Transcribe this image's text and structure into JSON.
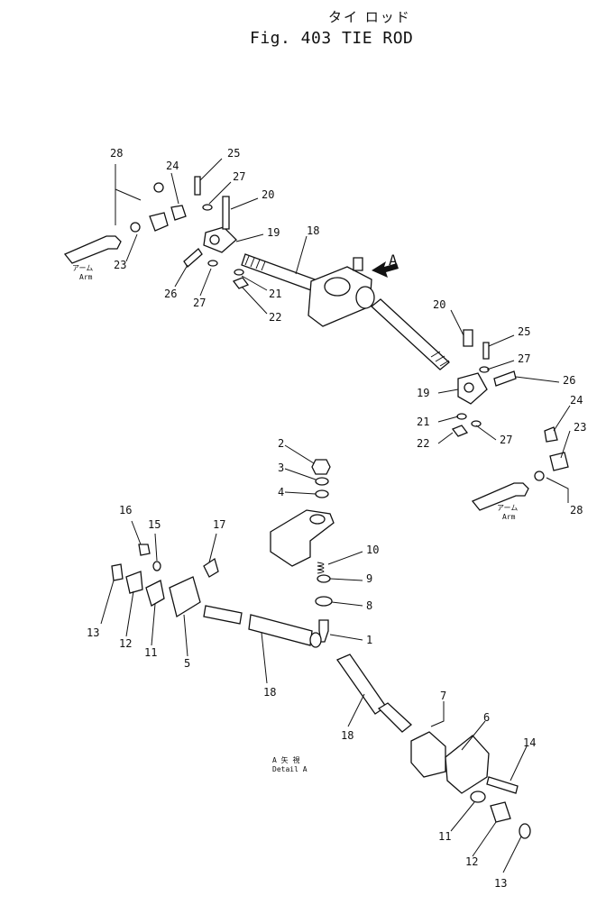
{
  "title_jp": "タイ ロッド",
  "title": "Fig. 403 TIE ROD",
  "view_marker": "A",
  "arm_jp": "アーム",
  "arm_en": "Arm",
  "detail_ref": "A 矢 視",
  "detail_label": "Detail A",
  "callouts": [
    {
      "id": "c28a",
      "label": "28"
    },
    {
      "id": "c24a",
      "label": "24"
    },
    {
      "id": "c25a",
      "label": "25"
    },
    {
      "id": "c27a",
      "label": "27"
    },
    {
      "id": "c20a",
      "label": "20"
    },
    {
      "id": "c18a",
      "label": "18"
    },
    {
      "id": "c19a",
      "label": "19"
    },
    {
      "id": "c23a",
      "label": "23"
    },
    {
      "id": "c26a",
      "label": "26"
    },
    {
      "id": "c27b",
      "label": "27"
    },
    {
      "id": "c21a",
      "label": "21"
    },
    {
      "id": "c22a",
      "label": "22"
    },
    {
      "id": "c20b",
      "label": "20"
    },
    {
      "id": "c25b",
      "label": "25"
    },
    {
      "id": "c27c",
      "label": "27"
    },
    {
      "id": "c26b",
      "label": "26"
    },
    {
      "id": "c19b",
      "label": "19"
    },
    {
      "id": "c24b",
      "label": "24"
    },
    {
      "id": "c23b",
      "label": "23"
    },
    {
      "id": "c21b",
      "label": "21"
    },
    {
      "id": "c27d",
      "label": "27"
    },
    {
      "id": "c22b",
      "label": "22"
    },
    {
      "id": "c28b",
      "label": "28"
    },
    {
      "id": "c2",
      "label": "2"
    },
    {
      "id": "c3",
      "label": "3"
    },
    {
      "id": "c4",
      "label": "4"
    },
    {
      "id": "c10",
      "label": "10"
    },
    {
      "id": "c9",
      "label": "9"
    },
    {
      "id": "c8",
      "label": "8"
    },
    {
      "id": "c1",
      "label": "1"
    },
    {
      "id": "c16",
      "label": "16"
    },
    {
      "id": "c15",
      "label": "15"
    },
    {
      "id": "c17",
      "label": "17"
    },
    {
      "id": "c13a",
      "label": "13"
    },
    {
      "id": "c12a",
      "label": "12"
    },
    {
      "id": "c11a",
      "label": "11"
    },
    {
      "id": "c5",
      "label": "5"
    },
    {
      "id": "c18b",
      "label": "18"
    },
    {
      "id": "c18c",
      "label": "18"
    },
    {
      "id": "c7",
      "label": "7"
    },
    {
      "id": "c6",
      "label": "6"
    },
    {
      "id": "c14",
      "label": "14"
    },
    {
      "id": "c11b",
      "label": "11"
    },
    {
      "id": "c12b",
      "label": "12"
    },
    {
      "id": "c13b",
      "label": "13"
    }
  ]
}
